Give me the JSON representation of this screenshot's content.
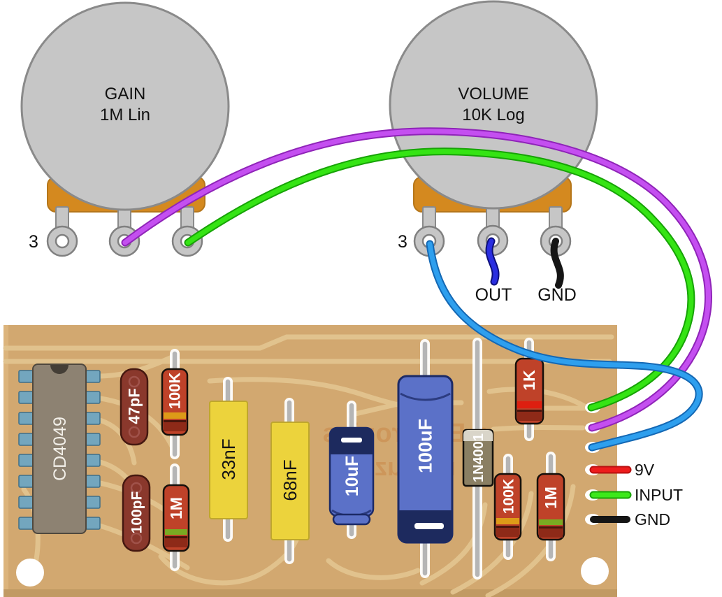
{
  "pots": {
    "gain": {
      "title": "GAIN",
      "value": "1M Lin",
      "lug_label": "3"
    },
    "volume": {
      "title": "VOLUME",
      "value": "10K Log",
      "lug_label": "3",
      "out_wire_label": "OUT",
      "gnd_wire_label": "GND"
    }
  },
  "pcb": {
    "ic_label": "CD4049",
    "components": [
      {
        "ref": "mica-cap",
        "label": "47pF"
      },
      {
        "ref": "resistor",
        "label": "100K"
      },
      {
        "ref": "mica-cap",
        "label": "100pF"
      },
      {
        "ref": "resistor",
        "label": "1M"
      },
      {
        "ref": "film-cap",
        "label": "33nF"
      },
      {
        "ref": "film-cap",
        "label": "68nF"
      },
      {
        "ref": "electrolytic-cap",
        "label": "10uF"
      },
      {
        "ref": "electrolytic-cap",
        "label": "100uF"
      },
      {
        "ref": "diode",
        "label": "1N4001"
      },
      {
        "ref": "resistor",
        "label": "1K"
      },
      {
        "ref": "resistor",
        "label": "100K"
      },
      {
        "ref": "resistor",
        "label": "1M"
      }
    ],
    "watermark": {
      "line1": "d Electronics",
      "line2": "nd Fuzzes."
    }
  },
  "legend": {
    "items": [
      {
        "label": "9V",
        "color": "#ee1c1c"
      },
      {
        "label": "INPUT",
        "color": "#3ce81a"
      },
      {
        "label": "GND",
        "color": "#151515"
      }
    ]
  },
  "colors": {
    "board": "#d2a870",
    "trace": "#e2c48f",
    "pot_body": "#c6c6c6",
    "pot_base": "#d4891f",
    "wire_purple": "#c44ff0",
    "wire_green": "#35e414",
    "wire_blue": "#2e9fee",
    "wire_out": "#2a2ee0",
    "wire_black": "#151515",
    "wire_red": "#ee1c1c"
  }
}
